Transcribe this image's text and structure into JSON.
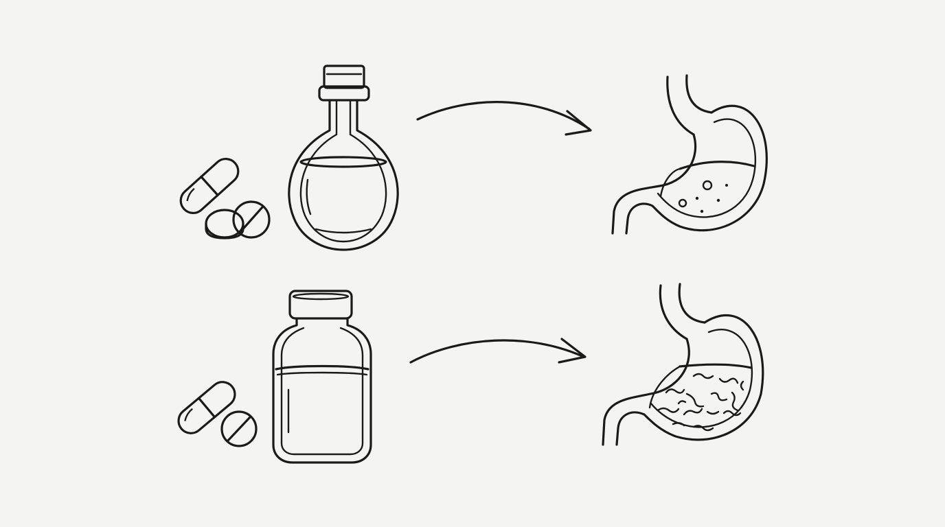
{
  "colors": {
    "background": "#f4f4f2",
    "ink": "#1a1a1a",
    "paper": "#fbfbf9"
  },
  "rows": [
    {
      "id": "top-row",
      "icons": [
        "capsule-icon",
        "tablet-pair-icon",
        "round-flask-bottle-icon",
        "curved-arrow-icon",
        "stomach-bubbles-icon"
      ],
      "stomach_contents": "bubbles"
    },
    {
      "id": "bottom-row",
      "icons": [
        "capsule-icon",
        "tablet-icon",
        "wide-jar-bottle-icon",
        "curved-arrow-icon",
        "stomach-food-icon"
      ],
      "stomach_contents": "food"
    }
  ]
}
